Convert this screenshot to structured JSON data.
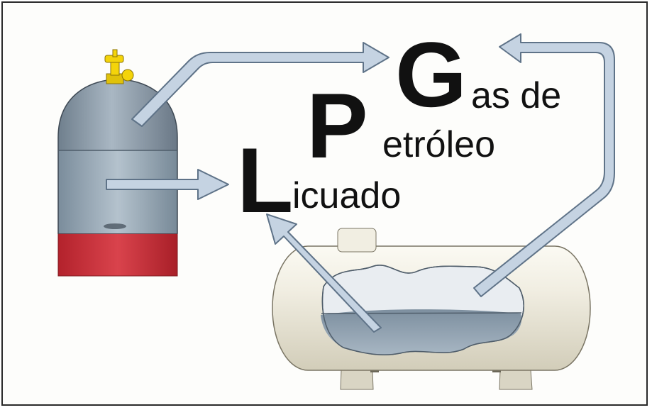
{
  "title_letters": {
    "g": "G",
    "p": "P",
    "l": "L"
  },
  "title_words": {
    "g": "as de",
    "p": "etróleo",
    "l": "icuado"
  },
  "icons": [
    "gas-cylinder-icon",
    "storage-tank-icon",
    "flow-arrow-icon"
  ],
  "colors": {
    "arrow_fill": "#c5d3e2",
    "arrow_stroke": "#5f7388",
    "cylinder_body": "#8a9aa8",
    "cylinder_base": "#c8303a",
    "valve": "#f4d40a",
    "tank_body": "#ebe7d8",
    "liquid": "#93a5b5"
  }
}
